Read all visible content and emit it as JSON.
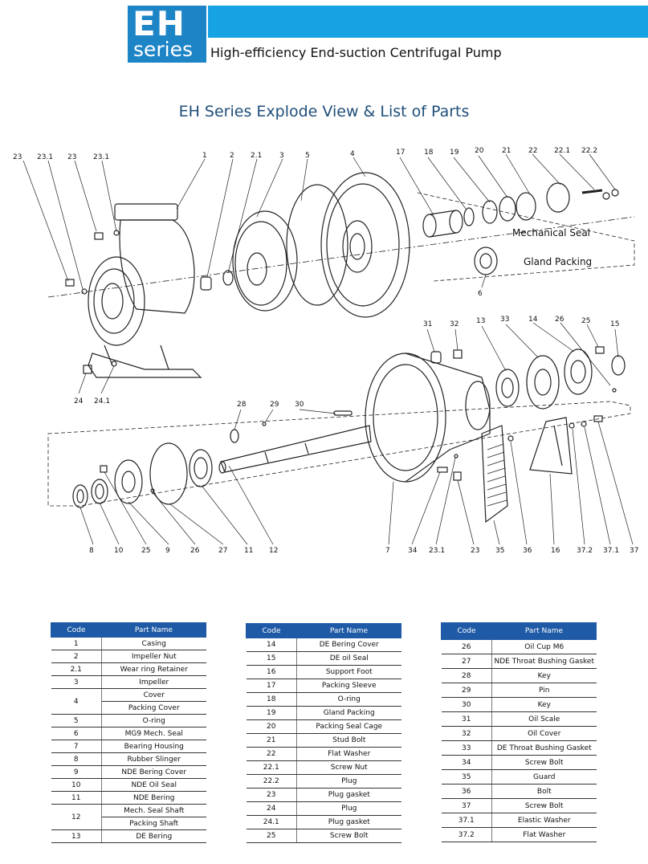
{
  "header": {
    "logo_main": "EH",
    "logo_sub": "series",
    "subtitle": "High-efficiency End-suction Centrifugal Pump",
    "brand_color": "#1d84c6",
    "bar_color": "#17a2e4"
  },
  "section_title": "EH Series Explode View & List of Parts",
  "diagram": {
    "callouts": [
      "23",
      "23.1",
      "23",
      "23.1",
      "1",
      "2",
      "2.1",
      "3",
      "5",
      "4",
      "17",
      "18",
      "19",
      "20",
      "21",
      "22",
      "22.1",
      "22.2",
      "24",
      "24.1",
      "31",
      "32",
      "13",
      "33",
      "14",
      "26",
      "25",
      "15",
      "28",
      "29",
      "30",
      "8",
      "10",
      "25",
      "9",
      "26",
      "27",
      "11",
      "12",
      "7",
      "34",
      "23.1",
      "23",
      "35",
      "36",
      "16",
      "37.2",
      "37.1",
      "37",
      "6"
    ],
    "mechanical_seal_label": "Mechanical Seal",
    "gland_packing_label": "Gland Packing"
  },
  "table_headers": {
    "code": "Code",
    "part": "Part Name"
  },
  "tables": {
    "t1": [
      {
        "code": "1",
        "name": "Casing"
      },
      {
        "code": "2",
        "name": "Impeller Nut"
      },
      {
        "code": "2.1",
        "name": "Wear ring Retainer"
      },
      {
        "code": "3",
        "name": "Impeller"
      },
      {
        "code": "4",
        "name": "Cover",
        "name2": "Packing Cover"
      },
      {
        "code": "5",
        "name": "O-ring"
      },
      {
        "code": "6",
        "name": "MG9 Mech. Seal"
      },
      {
        "code": "7",
        "name": "Bearing Housing"
      },
      {
        "code": "8",
        "name": "Rubber Slinger"
      },
      {
        "code": "9",
        "name": "NDE Bering Cover"
      },
      {
        "code": "10",
        "name": "NDE Oil Seal"
      },
      {
        "code": "11",
        "name": "NDE Bering"
      },
      {
        "code": "12",
        "name": "Mech. Seal Shaft",
        "name2": "Packing Shaft"
      },
      {
        "code": "13",
        "name": "DE Bering"
      }
    ],
    "t2": [
      {
        "code": "14",
        "name": "DE Bering Cover"
      },
      {
        "code": "15",
        "name": "DE oil Seal"
      },
      {
        "code": "16",
        "name": "Support Foot"
      },
      {
        "code": "17",
        "name": "Packing Sleeve"
      },
      {
        "code": "18",
        "name": "O-ring"
      },
      {
        "code": "19",
        "name": "Gland Packing"
      },
      {
        "code": "20",
        "name": "Packing Seal Cage"
      },
      {
        "code": "21",
        "name": "Stud Bolt"
      },
      {
        "code": "22",
        "name": "Flat Washer"
      },
      {
        "code": "22.1",
        "name": "Screw Nut"
      },
      {
        "code": "22.2",
        "name": "Plug"
      },
      {
        "code": "23",
        "name": "Plug gasket"
      },
      {
        "code": "24",
        "name": "Plug"
      },
      {
        "code": "24.1",
        "name": "Plug gasket"
      },
      {
        "code": "25",
        "name": "Screw Bolt"
      }
    ],
    "t3": [
      {
        "code": "26",
        "name": "Oil Cup M6"
      },
      {
        "code": "27",
        "name": "NDE Throat Bushing Gasket"
      },
      {
        "code": "28",
        "name": "Key"
      },
      {
        "code": "29",
        "name": "Pin"
      },
      {
        "code": "30",
        "name": "Key"
      },
      {
        "code": "31",
        "name": "Oil Scale"
      },
      {
        "code": "32",
        "name": "Oil Cover"
      },
      {
        "code": "33",
        "name": "DE Throat Bushing Gasket"
      },
      {
        "code": "34",
        "name": "Screw Bolt"
      },
      {
        "code": "35",
        "name": "Guard"
      },
      {
        "code": "36",
        "name": "Bolt"
      },
      {
        "code": "37",
        "name": "Screw Bolt"
      },
      {
        "code": "37.1",
        "name": "Elastic Washer"
      },
      {
        "code": "37.2",
        "name": "Flat Washer"
      }
    ]
  }
}
